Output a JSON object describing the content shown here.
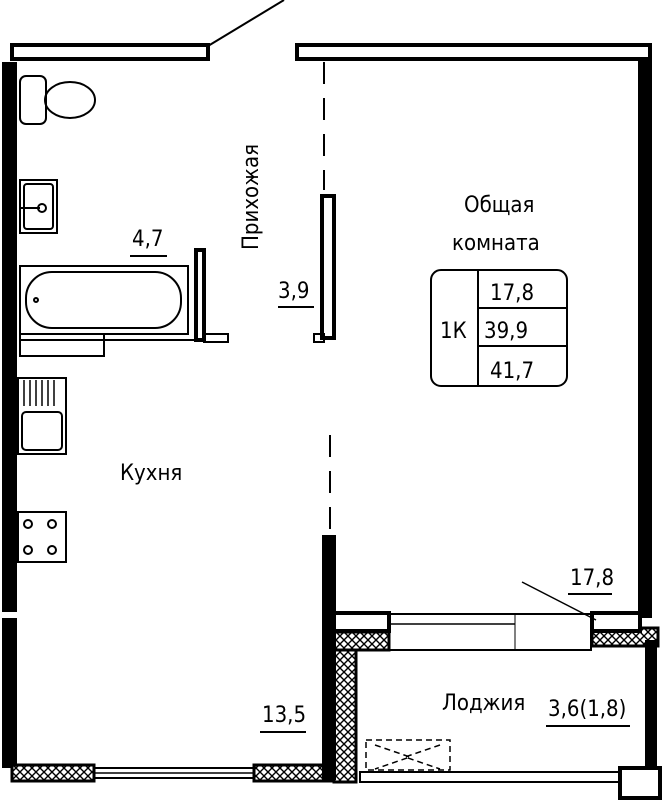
{
  "rooms": {
    "hallway": {
      "name": "Прихожая",
      "area": "3,9"
    },
    "bathroom": {
      "area": "4,7"
    },
    "living": {
      "name_line1": "Общая",
      "name_line2": "комната",
      "area": "17,8"
    },
    "kitchen": {
      "name": "Кухня",
      "area": "13,5"
    },
    "loggia": {
      "name": "Лоджия",
      "area": "3,6(1,8)"
    }
  },
  "summary": {
    "type": "1К",
    "living_area": "17,8",
    "total_area": "39,9",
    "total_with_loggia": "41,7"
  }
}
